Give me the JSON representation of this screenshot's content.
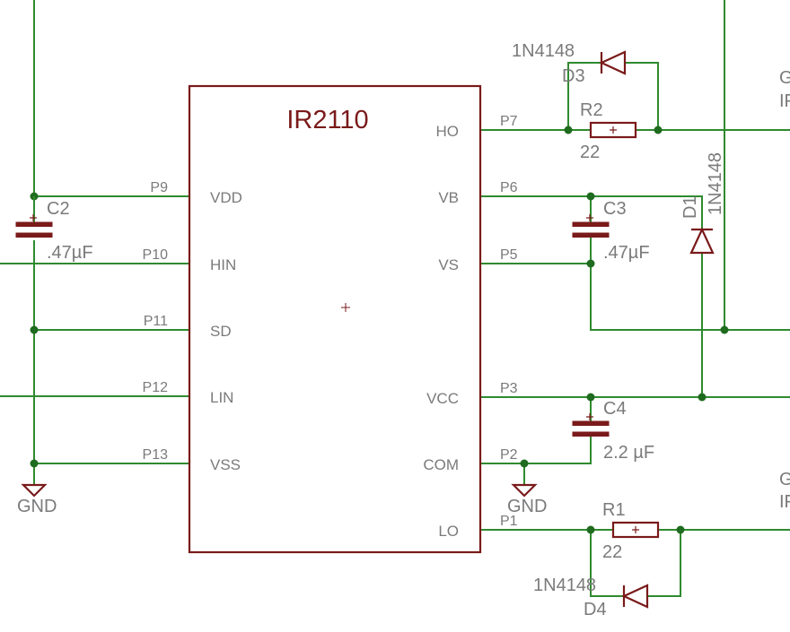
{
  "ic": {
    "name": "IR2110",
    "pins_left": [
      {
        "num": "P9",
        "label": "VDD"
      },
      {
        "num": "P10",
        "label": "HIN"
      },
      {
        "num": "P11",
        "label": "SD"
      },
      {
        "num": "P12",
        "label": "LIN"
      },
      {
        "num": "P13",
        "label": "VSS"
      }
    ],
    "pins_right": [
      {
        "num": "P7",
        "label": "HO"
      },
      {
        "num": "P6",
        "label": "VB"
      },
      {
        "num": "P5",
        "label": "VS"
      },
      {
        "num": "P3",
        "label": "VCC"
      },
      {
        "num": "P2",
        "label": "COM"
      },
      {
        "num": "P1",
        "label": "LO"
      }
    ]
  },
  "components": {
    "c2": {
      "name": "C2",
      "value": ".47µF"
    },
    "c3": {
      "name": "C3",
      "value": ".47µF"
    },
    "c4": {
      "name": "C4",
      "value": "2.2 µF"
    },
    "r1": {
      "name": "R1",
      "value": "22"
    },
    "r2": {
      "name": "R2",
      "value": "22"
    },
    "d1": {
      "name": "D1",
      "part": "1N4148"
    },
    "d3": {
      "name": "D3",
      "part": "1N4148"
    },
    "d4": {
      "name": "D4",
      "part": "1N4148"
    }
  },
  "ground": {
    "left_label": "GND",
    "right_label": "GND"
  },
  "edge_text": {
    "top_a": "G",
    "top_b": "IF",
    "bottom_a": "G",
    "bottom_b": "IF"
  }
}
